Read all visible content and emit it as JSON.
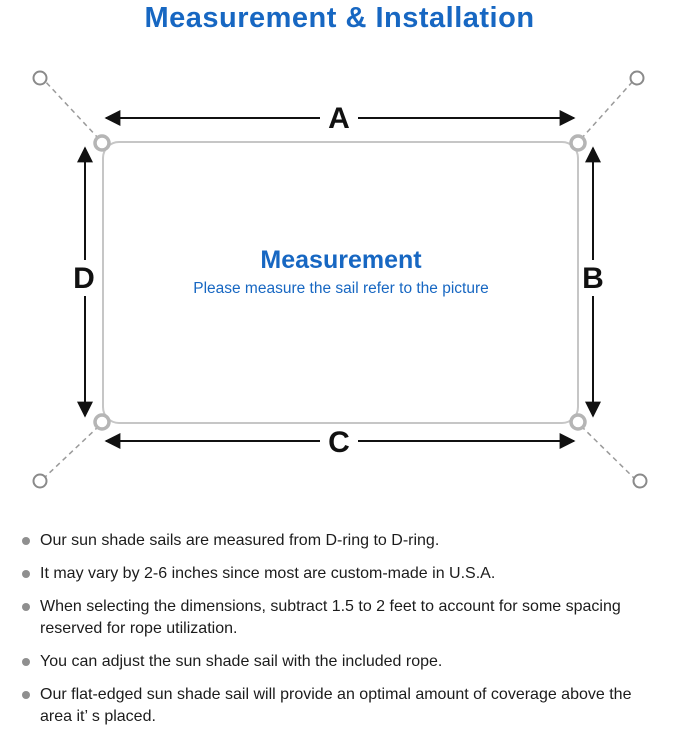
{
  "title": "Measurement & Installation",
  "colors": {
    "accent_blue": "#1767c2",
    "arrow_black": "#111111",
    "line_gray": "#9a9a9a",
    "rect_border_gray": "#c6c6c6",
    "bullet_gray": "#8f8f8f"
  },
  "diagram": {
    "side_labels": {
      "top": "A",
      "right": "B",
      "bottom": "C",
      "left": "D"
    },
    "center_title": "Measurement",
    "center_subtitle": "Please measure the sail refer to the picture"
  },
  "bullets": [
    "Our sun shade sails are measured from D-ring to D-ring.",
    "It may vary by 2-6 inches since most are custom-made in U.S.A.",
    "When selecting the dimensions, subtract 1.5 to 2 feet to account for some spacing reserved for rope utilization.",
    "You can adjust the sun shade sail with the included rope.",
    "Our flat-edged sun shade sail will provide an optimal amount of coverage above the area it’ s placed."
  ]
}
